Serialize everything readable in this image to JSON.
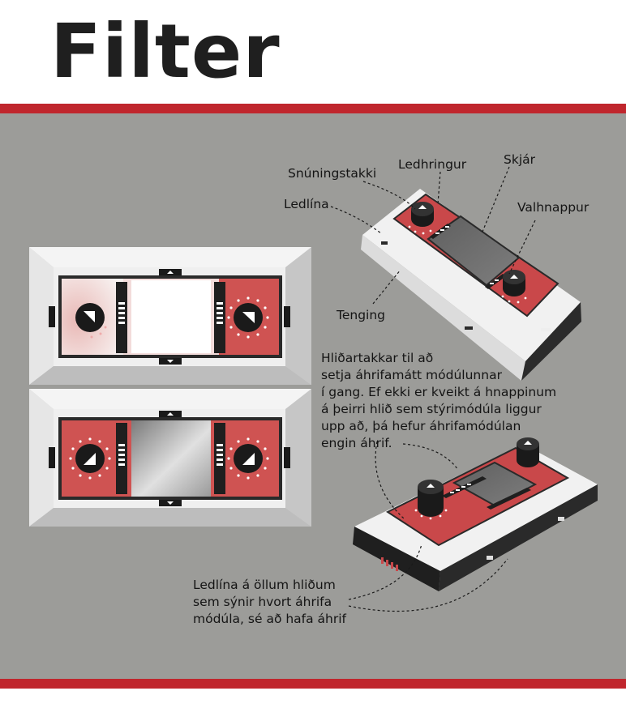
{
  "title": "Filter",
  "colors": {
    "brand_red": "#c0262d",
    "panel_gray": "#9c9c99",
    "module_red": "#c9484a",
    "body_white": "#f2f2f2",
    "screen_gray": "#6f6f6f"
  },
  "labels": {
    "rotary_knob": "Snúningstakki",
    "led_ring": "Ledhringur",
    "screen": "Skjár",
    "led_line": "Ledlína",
    "select_button": "Valhnappur",
    "connector": "Tenging"
  },
  "side_buttons_note": [
    "Hliðartakkar til að",
    "setja áhrifamátt módúlunnar",
    "í gang. Ef ekki er kveikt á hnappinum",
    "á þeirri hlið sem stýrimódúla liggur",
    "upp að, þá hefur áhrifamódúlan",
    "engin áhrif."
  ],
  "led_line_note": [
    "Ledlína á öllum hliðum",
    "sem sýnir hvort áhrifa",
    "módúla, sé að hafa áhrif"
  ]
}
